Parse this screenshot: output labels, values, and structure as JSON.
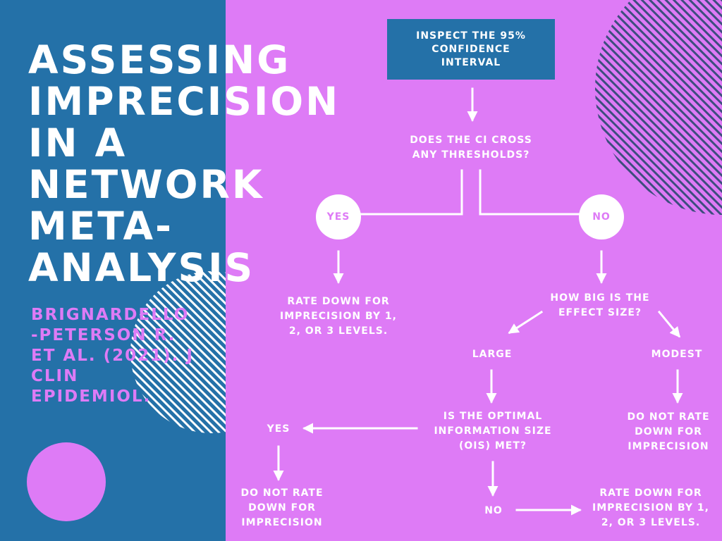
{
  "title_lines": [
    "ASSESSING",
    "IMPRECISION",
    "IN A",
    "NETWORK",
    "META-",
    "ANALYSIS"
  ],
  "citation_lines": [
    "BRIGNARDELLO",
    "-PETERSON R.",
    "ET AL. (2021). J",
    "CLIN",
    "EPIDEMIOL."
  ],
  "colors": {
    "left_panel": "#2471a8",
    "right_panel": "#de7bf6",
    "text": "#ffffff",
    "accent": "#de7bf6"
  },
  "flow": {
    "start_box": [
      "INSPECT THE 95%",
      "CONFIDENCE",
      "INTERVAL"
    ],
    "question_ci": [
      "DOES THE CI CROSS",
      "ANY THRESHOLDS?"
    ],
    "yes_1": "YES",
    "no_1": "NO",
    "rate_down_1": [
      "RATE DOWN FOR",
      "IMPRECISION BY 1,",
      "2, OR 3 LEVELS."
    ],
    "question_effect": [
      "HOW BIG IS THE",
      "EFFECT SIZE?"
    ],
    "large": "LARGE",
    "modest": "MODEST",
    "do_not_rate_modest": [
      "DO NOT RATE",
      "DOWN FOR",
      "IMPRECISION"
    ],
    "question_ois": [
      "IS THE OPTIMAL",
      "INFORMATION SIZE",
      "(OIS) MET?"
    ],
    "yes_2": "YES",
    "do_not_rate_ois": [
      "DO NOT RATE",
      "DOWN FOR",
      "IMPRECISION"
    ],
    "no_2": "NO",
    "rate_down_2": [
      "RATE DOWN FOR",
      "IMPRECISION BY 1,",
      "2, OR 3 LEVELS."
    ]
  }
}
